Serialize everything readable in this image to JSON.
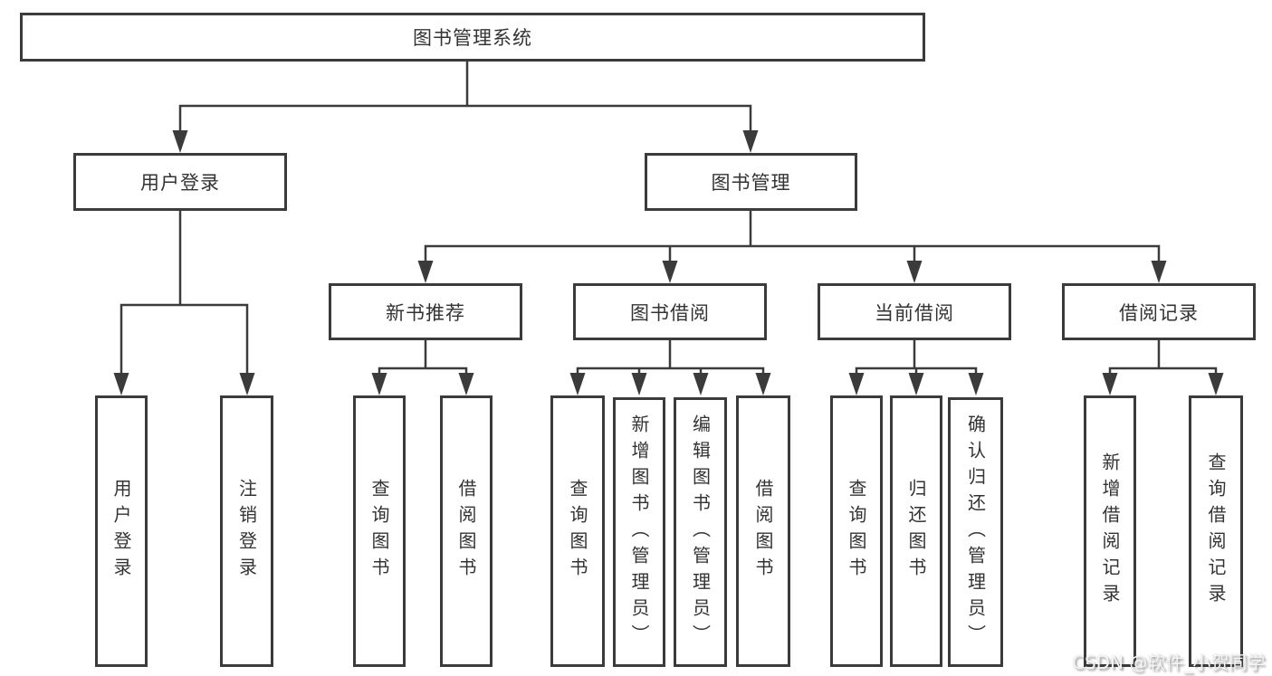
{
  "page": {
    "watermark": "CSDN @软件_小贺同学",
    "colors": {
      "line": "#3b3b3b",
      "text": "#333333",
      "background": "#ffffff",
      "watermark_text": "#f6f6f6"
    }
  },
  "nodes": {
    "root": {
      "label": "图书管理系统"
    },
    "userLogin": {
      "label": "用户登录"
    },
    "bookMgmt": {
      "label": "图书管理"
    },
    "newBookRec": {
      "label": "新书推荐"
    },
    "bookBorrow": {
      "label": "图书借阅"
    },
    "currentBorrow": {
      "label": "当前借阅"
    },
    "borrowRecord": {
      "label": "借阅记录"
    },
    "leafUserLogin": {
      "label": "用户登录"
    },
    "leafLogout": {
      "label": "注销登录"
    },
    "leafQueryBook1": {
      "label": "查询图书"
    },
    "leafBorrowBook1": {
      "label": "借阅图书"
    },
    "leafQueryBook2": {
      "label": "查询图书"
    },
    "leafAddBook": {
      "label": "新增图书（管理员）"
    },
    "leafEditBook": {
      "label": "编辑图书（管理员）"
    },
    "leafBorrowBook2": {
      "label": "借阅图书"
    },
    "leafQueryBook3": {
      "label": "查询图书"
    },
    "leafReturnBook": {
      "label": "归还图书"
    },
    "leafConfirmReturn": {
      "label": "确认归还（管理员）"
    },
    "leafAddRecord": {
      "label": "新增借阅记录"
    },
    "leafQueryRecord": {
      "label": "查询借阅记录"
    }
  }
}
